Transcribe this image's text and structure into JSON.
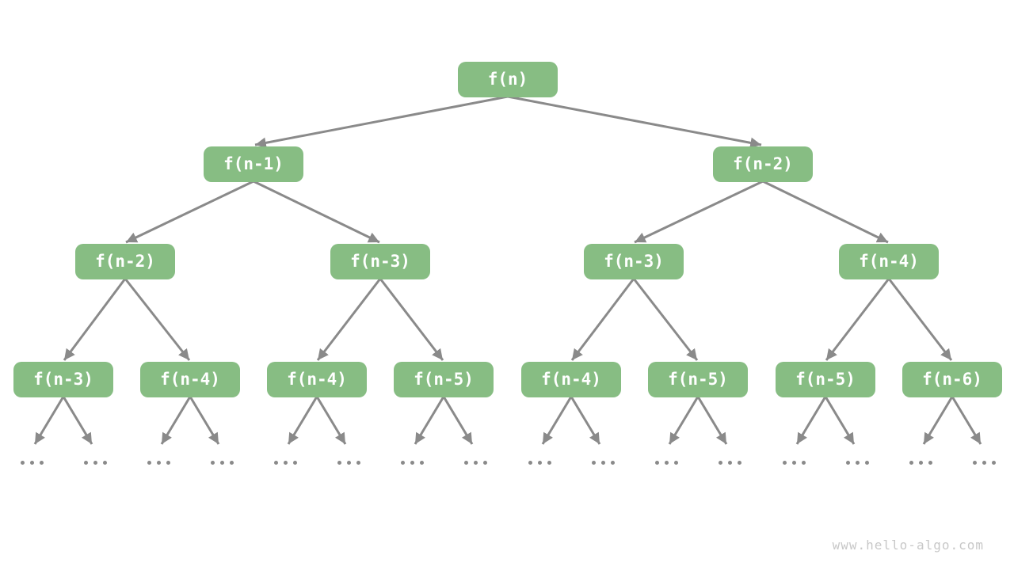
{
  "page": {
    "background": "#ffffff"
  },
  "styles": {
    "node_fill": "#87bd83",
    "node_text": "#ffffff",
    "edge_color": "#8a8a8a",
    "watermark_color": "#c8c8c8"
  },
  "watermark": {
    "text": "www.hello-algo.com"
  },
  "tree": {
    "description": "Recursion tree: each call f(k) branches into f(k-1) and f(k-2)",
    "nodes": [
      {
        "level": 1,
        "label": "f(n)"
      },
      {
        "level": 2,
        "label": "f(n-1)"
      },
      {
        "level": 2,
        "label": "f(n-2)"
      },
      {
        "level": 3,
        "label": "f(n-2)"
      },
      {
        "level": 3,
        "label": "f(n-3)"
      },
      {
        "level": 3,
        "label": "f(n-3)"
      },
      {
        "level": 3,
        "label": "f(n-4)"
      },
      {
        "level": 4,
        "label": "f(n-3)"
      },
      {
        "level": 4,
        "label": "f(n-4)"
      },
      {
        "level": 4,
        "label": "f(n-4)"
      },
      {
        "level": 4,
        "label": "f(n-5)"
      },
      {
        "level": 4,
        "label": "f(n-4)"
      },
      {
        "level": 4,
        "label": "f(n-5)"
      },
      {
        "level": 4,
        "label": "f(n-5)"
      },
      {
        "level": 4,
        "label": "f(n-6)"
      }
    ],
    "ellipsis_symbol": "...",
    "ellipsis_count": 16
  }
}
